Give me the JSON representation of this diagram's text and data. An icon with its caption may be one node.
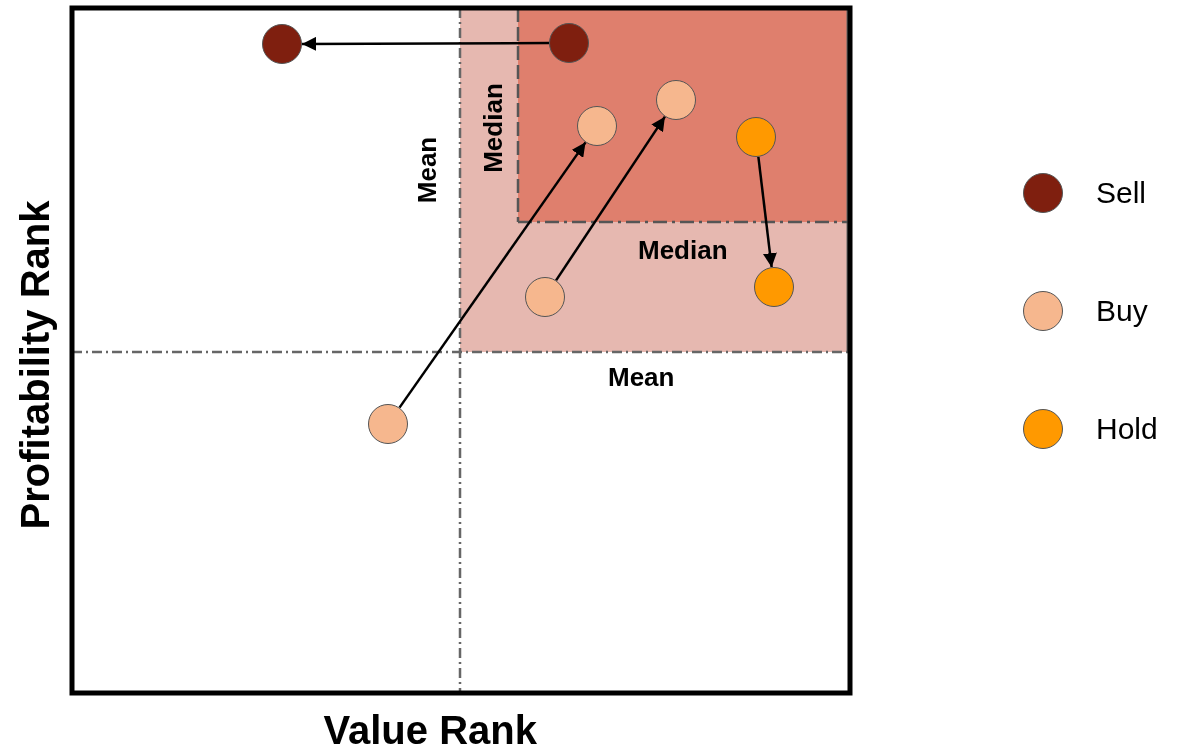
{
  "diagram": {
    "nodes": [
      {
        "text": [],
        "shape": "circle"
      },
      {
        "text": [],
        "shape": "circle"
      },
      {
        "text": [],
        "shape": "circle"
      },
      {
        "text": [],
        "shape": "circle"
      },
      {
        "text": [],
        "shape": "circle"
      },
      {
        "text": [],
        "shape": "circle"
      },
      {
        "text": [],
        "shape": "circle"
      },
      {
        "text": [],
        "shape": "circle"
      }
    ],
    "edges": [
      {
        "from": 1,
        "to": 0,
        "arrow": "to"
      },
      {
        "from": 7,
        "to": 2,
        "arrow": "to"
      },
      {
        "from": 5,
        "to": 3,
        "arrow": "to"
      },
      {
        "from": 4,
        "to": 6,
        "arrow": "to"
      }
    ],
    "labels": [
      "Mean",
      "Median",
      "Median",
      "Mean",
      "Profitability Rank",
      "Value Rank"
    ],
    "legend": [
      {
        "text": "Sell",
        "color": "#7f1f0f"
      },
      {
        "text": "Buy",
        "color": "#f6b78e"
      },
      {
        "text": "Hold",
        "color": "#ff9900"
      }
    ]
  }
}
